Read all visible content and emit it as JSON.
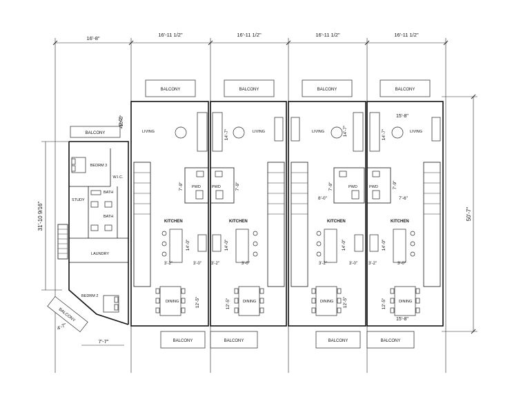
{
  "dimensions": {
    "top": [
      "16'-8\"",
      "16'-11 1/2\"",
      "16'-11 1/2\"",
      "16'-11 1/2\"",
      "16'-11 1/2\""
    ],
    "left_height": "31'-10 9/16\"",
    "right_height": "50'-7\"",
    "left_unit_balcony_width": "10'-0\"",
    "corner_balcony_width": "4'-7\"",
    "bottom_left": "7'-7\""
  },
  "left_unit": {
    "balcony": "BALCONY",
    "bedroom_3": "BEDRM 3",
    "wic": "W.I.C.",
    "bath_1": "BATH",
    "study": "STUDY",
    "bath_2": "BATH",
    "laundry": "LAUNDRY",
    "bedroom_2": "BEDRM 2",
    "corner_balcony": "BALCONY"
  },
  "units": [
    {
      "top_balcony": "BALCONY",
      "bottom_balcony": "BALCONY",
      "living": "LIVING",
      "pwd": "PWD",
      "kitchen": "KITCHEN",
      "dining": "DINING",
      "dims": {
        "living_depth": "10'-0\"",
        "pwd_h": "7'-9\"",
        "kitchen_h": "14'-0\"",
        "dining_h": "12'-5\"",
        "k_left": "3'-2\"",
        "k_right": "3'-0\""
      }
    },
    {
      "top_balcony": "BALCONY",
      "bottom_balcony": "BALCONY",
      "living": "LIVING",
      "pwd": "PWD",
      "kitchen": "KITCHEN",
      "dining": "DINING",
      "dims": {
        "living_depth": "14'-7\"",
        "pwd_h": "7'-9\"",
        "kitchen_h": "14'-0\"",
        "dining_h": "12'-5\"",
        "k_left": "3'-2\"",
        "k_right": "3'-0\""
      }
    },
    {
      "top_balcony": "BALCONY",
      "bottom_balcony": "BALCONY",
      "living": "LIVING",
      "pwd": "PWD",
      "kitchen": "KITCHEN",
      "dining": "DINING",
      "dims": {
        "living_depth": "14'-7\"",
        "pwd_h": "7'-9\"",
        "pwd_w": "8'-0\"",
        "kitchen_h": "14'-0\"",
        "dining_h": "12'-5\"",
        "k_left": "3'-2\"",
        "k_right": "3'-0\""
      }
    },
    {
      "top_balcony": "BALCONY",
      "bottom_balcony": "BALCONY",
      "living": "LIVING",
      "pwd": "PWD",
      "kitchen": "KITCHEN",
      "dining": "DINING",
      "dims": {
        "living_w": "15'-8\"",
        "living_depth": "14'-7\"",
        "pwd_h": "7'-9\"",
        "pwd_w": "7'-6\"",
        "kitchen_h": "14'-0\"",
        "dining_h": "12'-5\"",
        "dining_w": "15'-8\"",
        "k_left": "3'-2\"",
        "k_right": "3'-0\""
      }
    }
  ]
}
